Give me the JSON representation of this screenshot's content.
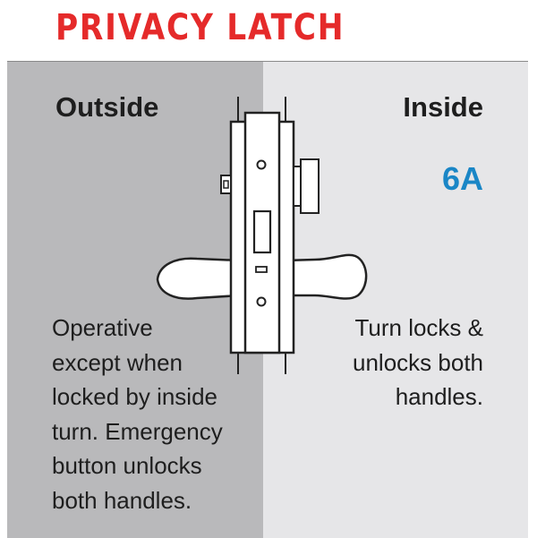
{
  "title": "PRIVACY LATCH",
  "outside": {
    "label": "Outside",
    "description": "Operative\nexcept when\nlocked by inside\nturn. Emergency\nbutton unlocks\nboth handles."
  },
  "inside": {
    "label": "Inside",
    "code": "6A",
    "description": "Turn locks &\nunlocks both\nhandles."
  },
  "colors": {
    "title": "#e52a2a",
    "code": "#1a86c6",
    "outside_bg": "#b9b9bb",
    "inside_bg": "#e6e6e8",
    "line": "#222222",
    "text": "#1e1e1e"
  },
  "icons": [
    "door-edge-icon",
    "lockset-body-icon",
    "outside-lever-icon",
    "inside-lever-icon",
    "thumbturn-icon",
    "emergency-button-icon"
  ]
}
